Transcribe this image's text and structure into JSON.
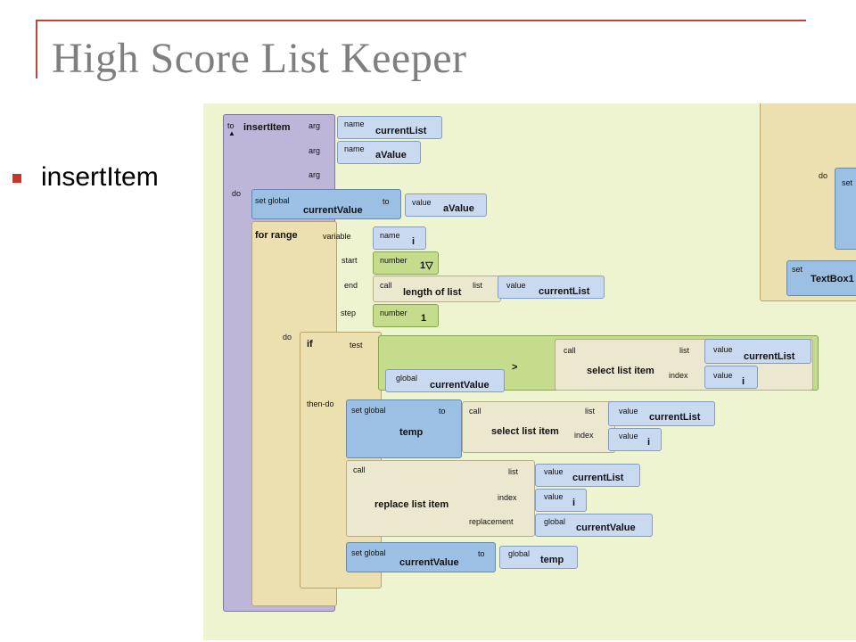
{
  "slide": {
    "title": "High Score List Keeper",
    "bullet": "insertItem"
  },
  "blocks": {
    "to": "to",
    "proc_name": "insertItem",
    "arg": "arg",
    "name": "name",
    "do": "do",
    "param1": "currentList",
    "param2": "aValue",
    "set_global": "set global",
    "current_value": "currentValue",
    "to_kw": "to",
    "value": "value",
    "for_range": "for range",
    "variable": "variable",
    "start": "start",
    "end": "end",
    "step": "step",
    "number": "number",
    "i": "i",
    "one_dropdown": "1▽",
    "one": "1",
    "call": "call",
    "length_of_list": "length of list",
    "list": "list",
    "if": "if",
    "test": "test",
    "then_do": "then-do",
    "global": "global",
    "gt": ">",
    "select_list_item": "select list item",
    "index": "index",
    "temp": "temp",
    "replace_list_item": "replace list item",
    "replacement": "replacement",
    "set": "set",
    "textbox": "TextBox1"
  }
}
